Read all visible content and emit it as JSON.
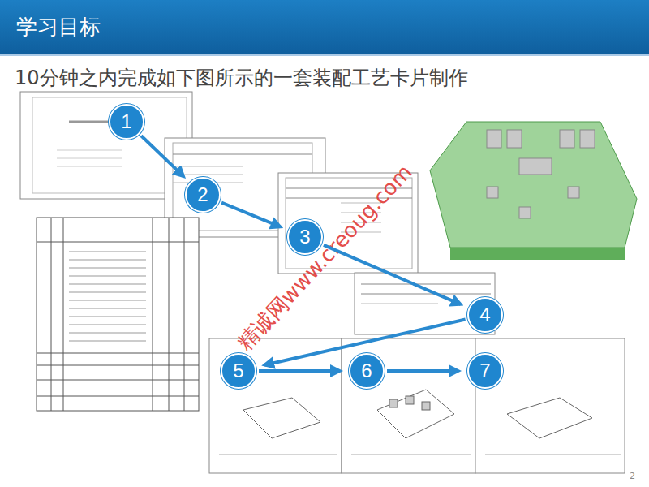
{
  "diagram": {
    "title": "学习目标",
    "nodes": [
      {
        "text": [
          "1"
        ]
      },
      {
        "text": [
          "2"
        ]
      },
      {
        "text": [
          "3"
        ]
      },
      {
        "text": [
          "4"
        ]
      },
      {
        "text": [
          "5"
        ]
      },
      {
        "text": [
          "6"
        ]
      },
      {
        "text": [
          "7"
        ]
      }
    ],
    "edges": [
      {
        "from": 0,
        "to": 1,
        "arrow": "to"
      },
      {
        "from": 1,
        "to": 2,
        "arrow": "to"
      },
      {
        "from": 2,
        "to": 3,
        "arrow": "to"
      },
      {
        "from": 3,
        "to": 4,
        "arrow": "to"
      },
      {
        "from": 4,
        "to": 5,
        "arrow": "to"
      },
      {
        "from": 5,
        "to": 6,
        "arrow": "to"
      }
    ],
    "labels": [
      "10分钟之内完成如下图所示的一套装配工艺卡片制作",
      "精诚网www.creoug.com",
      "2"
    ]
  }
}
